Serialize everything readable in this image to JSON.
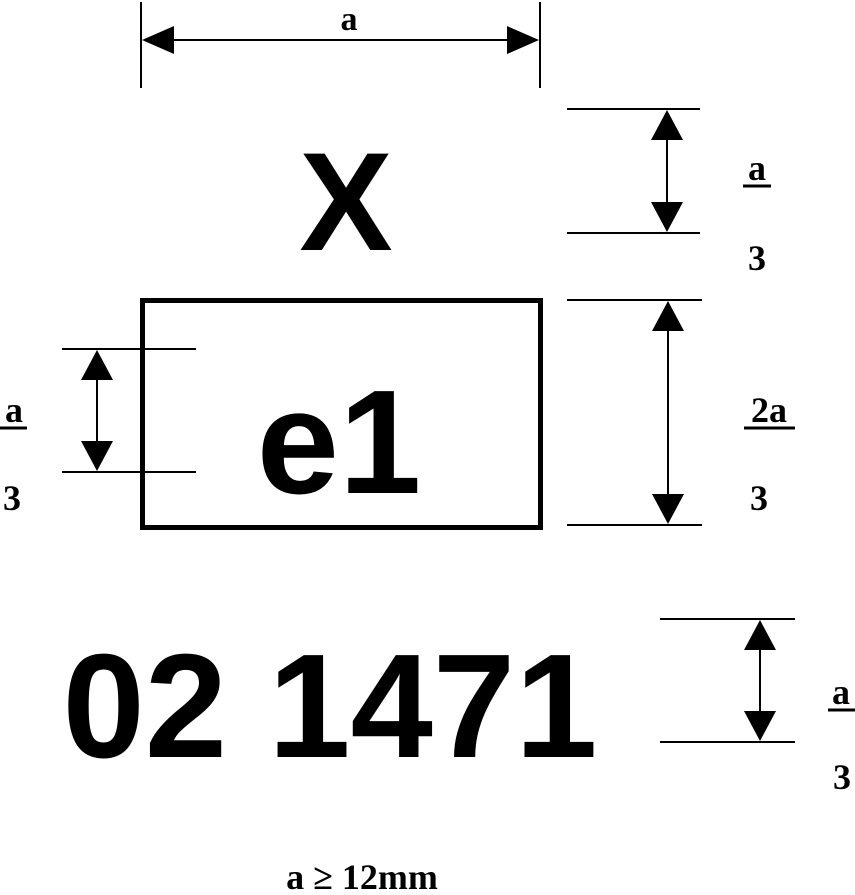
{
  "marking": {
    "letter": "X",
    "approval_mark": "e1",
    "approval_number": "02 1471"
  },
  "dimensions": {
    "width_label": "a",
    "letter_height": {
      "numerator": "a",
      "denominator": "3"
    },
    "box_height": {
      "numerator": "2a",
      "denominator": "3"
    },
    "mark_height": {
      "numerator": "a",
      "denominator": "3"
    },
    "number_height": {
      "numerator": "a",
      "denominator": "3"
    }
  },
  "footnote": "a ≥ 12mm"
}
